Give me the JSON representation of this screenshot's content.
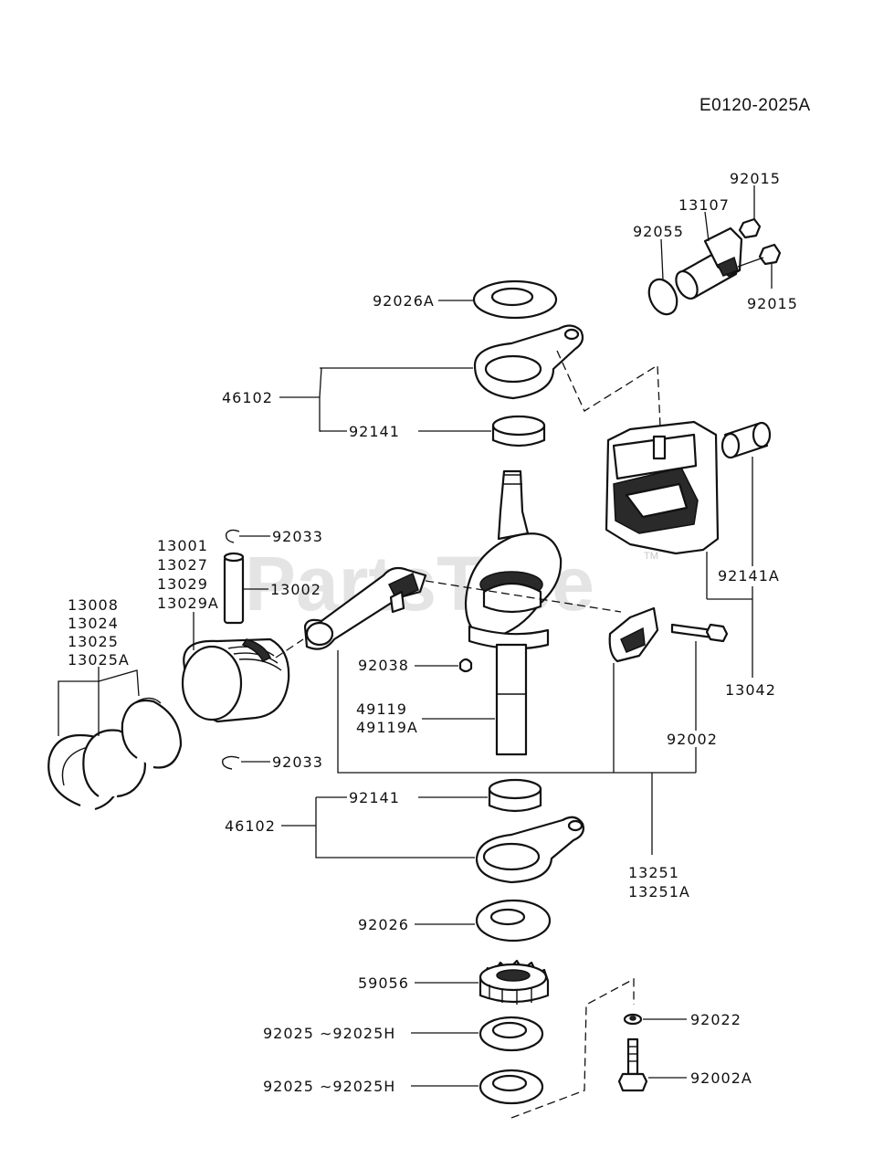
{
  "diagram_code": "E0120-2025A",
  "watermark": "PartsTree",
  "watermark_tm": "TM",
  "labels": {
    "l92015_top": "92015",
    "l13107": "13107",
    "l92055": "92055",
    "l92015_bot": "92015",
    "l92026A": "92026A",
    "l46102_top": "46102",
    "l92141_top": "92141",
    "l92141A": "92141A",
    "l13042": "13042",
    "l92033_top": "92033",
    "l13001": "13001",
    "l13027": "13027",
    "l13029": "13029",
    "l13029A": "13029A",
    "l13002": "13002",
    "l13008": "13008",
    "l13024": "13024",
    "l13025": "13025",
    "l13025A": "13025A",
    "l92038": "92038",
    "l49119": "49119",
    "l49119A": "49119A",
    "l92002": "92002",
    "l92033_bot": "92033",
    "l92141_bot": "92141",
    "l46102_bot": "46102",
    "l13251": "13251",
    "l13251A": "13251A",
    "l92026": "92026",
    "l59056": "59056",
    "l92025_a": "92025 ∼92025H",
    "l92025_b": "92025 ∼92025H",
    "l92022": "92022",
    "l92002A": "92002A"
  }
}
